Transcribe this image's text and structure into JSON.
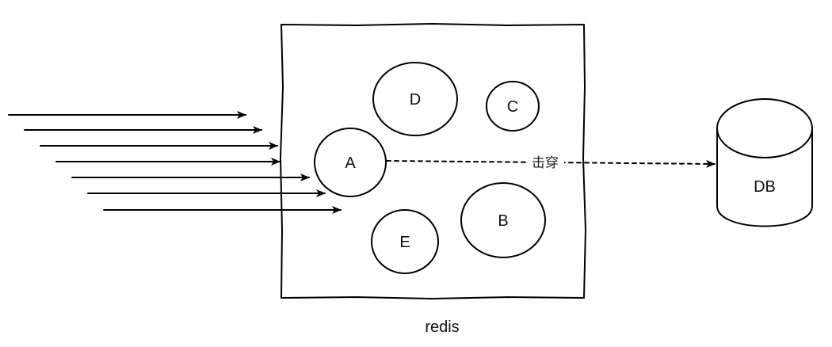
{
  "diagram": {
    "container_label": "redis",
    "keys": [
      {
        "id": "A",
        "label": "A"
      },
      {
        "id": "B",
        "label": "B"
      },
      {
        "id": "C",
        "label": "C"
      },
      {
        "id": "D",
        "label": "D"
      },
      {
        "id": "E",
        "label": "E"
      }
    ],
    "database": {
      "label": "DB"
    },
    "edge": {
      "from": "A",
      "to": "DB",
      "label": "击穿",
      "style": "dashed"
    },
    "incoming_requests": {
      "count": 7,
      "target": "A"
    }
  }
}
